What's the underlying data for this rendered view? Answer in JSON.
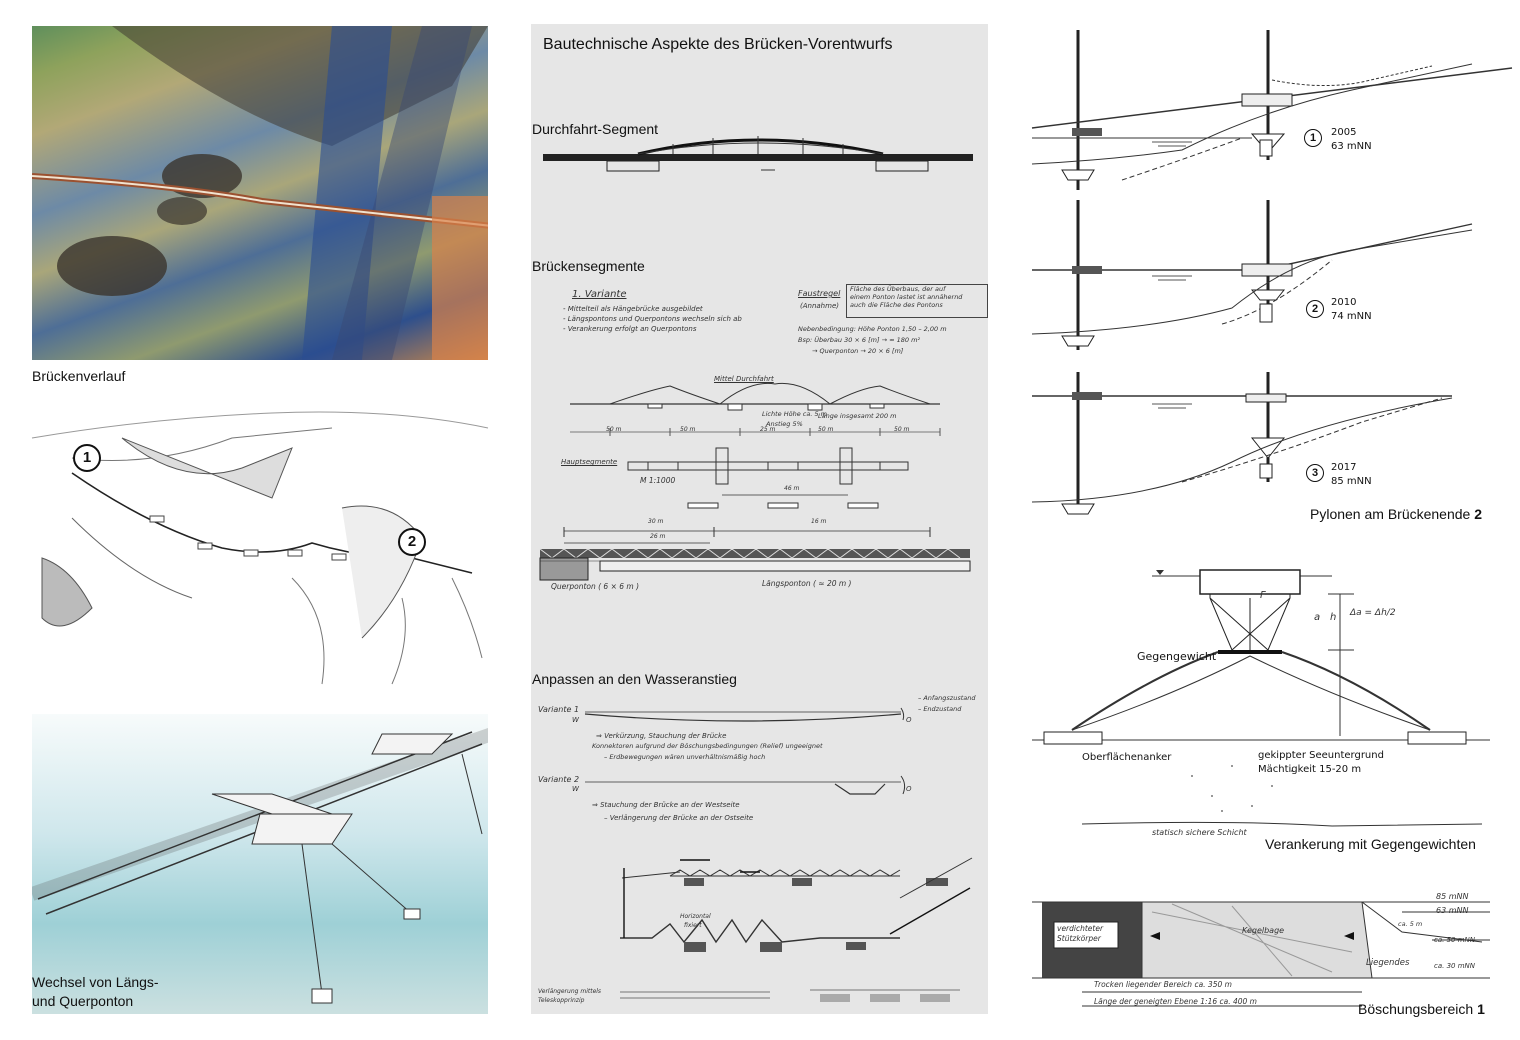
{
  "left": {
    "caption1": "Brückenverlauf",
    "marker1": "1",
    "marker2": "2",
    "caption3_line1": "Wechsel von Längs-",
    "caption3_line2": "und Querponton"
  },
  "middle": {
    "title": "Bautechnische Aspekte des Brücken-Vorentwurfs",
    "sec1": "Durchfahrt-Segment",
    "sec2": "Brückensegmente",
    "sec3": "Anpassen an den Wasseranstieg",
    "variant1": "1. Variante",
    "notes1": [
      "- Mittelteil als Hängebrücke ausgebildet",
      "- Längspontons und Querpontons wechseln sich ab",
      "- Verankerung erfolgt an Querpontons"
    ],
    "faustregel": "Faustregel",
    "faustregel_sub": "(Annahme)",
    "faustregel_box": [
      "Fläche des Überbaus, der auf",
      "einem Ponton lastet ist annähernd",
      "auch die Fläche des Pontons"
    ],
    "neben": [
      "Nebenbedingung: Höhe Ponton 1,50 – 2,00 m",
      "Bsp: Überbau 30 × 6 [m] → ≈ 180 m²",
      "→ Querponton → 20 × 6 [m]"
    ],
    "mittel": "Mittel Durchfahrt",
    "lichte": [
      "Lichte Höhe ca. 5 m",
      "Anstieg 5%"
    ],
    "laenge": "Länge insgesamt 200 m",
    "dims": [
      "50 m",
      "50 m",
      "25 m",
      "50 m",
      "50 m"
    ],
    "hauptsegmente": "Hauptsegmente",
    "massstab": "M 1:1000",
    "d46": "46 m",
    "d30": "30 m",
    "d26": "26 m",
    "d16": "16 m",
    "quer": "Querponton ( 6 × 6 m )",
    "laengs": "Längsponton ( ≈ 20 m )",
    "var1": "Variante 1",
    "var2": "Variante 2",
    "legend1": "– Anfangszustand",
    "legend2": "– Endzustand",
    "v1_text": [
      "⇒ Verkürzung, Stauchung der Brücke",
      "Konnektoren aufgrund der Böschungsbedingungen (Relief) ungeeignet",
      "– Erdbewegungen wären unverhältnismäßig hoch"
    ],
    "v2_text": [
      "⇒ Stauchung der Brücke an der Westseite",
      "– Verlängerung der Brücke an der Ostseite"
    ],
    "w": "W",
    "o": "O",
    "horizontal": [
      "Horizontal",
      "fixiert"
    ],
    "verl": [
      "Verlängerung mittels",
      "Teleskopprinzip"
    ]
  },
  "right": {
    "y1": "2005",
    "l1": "63 mNN",
    "y2": "2010",
    "l2": "74 mNN",
    "y3": "2017",
    "l3": "85 mNN",
    "n1": "1",
    "n2": "2",
    "n3": "3",
    "pyl_caption": "Pylonen am Brückenende ",
    "pyl_num": "2",
    "gegengewicht": "Gegengewicht",
    "f": "F",
    "a": "a",
    "h": "h",
    "delta": "Δa = Δh/2",
    "ober": "Oberflächenanker",
    "gekippt": [
      "gekippter Seeuntergrund",
      "Mächtigkeit 15-20 m"
    ],
    "statisch": "statisch sichere Schicht",
    "ver_caption": "Verankerung mit Gegengewichten",
    "lvl1": "85 mNN",
    "lvl2": "63 mNN",
    "lvl3": "ca. 50 mNN",
    "lvl4": "ca. 30 mNN",
    "ca5": "ca. 5 m",
    "verdichtet": [
      "verdichteter",
      "Stützkörper"
    ],
    "kegel": "Kegelbage",
    "liegendes": "Liegendes",
    "trocken": "Trocken liegender Bereich  ca. 350 m",
    "laenge_eb": "Länge der geneigten Ebene 1:16  ca. 400 m",
    "bos_caption": "Böschungsbereich ",
    "bos_num": "1"
  }
}
